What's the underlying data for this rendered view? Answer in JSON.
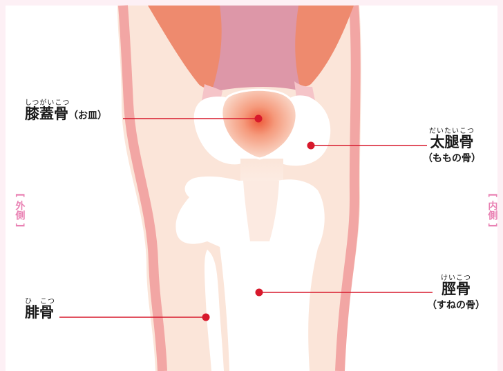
{
  "labels": {
    "patella": {
      "ruby": "しつがいこつ",
      "name": "膝蓋骨",
      "note": "（お皿）"
    },
    "femur": {
      "ruby": "だいたいこつ",
      "name": "太腿骨",
      "note": "（ももの骨）"
    },
    "tibia": {
      "ruby": "けいこつ",
      "name": "脛骨",
      "note": "（すねの骨）"
    },
    "fibula": {
      "ruby": "ひ　こつ",
      "name": "腓骨"
    }
  },
  "sides": {
    "outer": {
      "bracket_top": "[",
      "text": "外側",
      "bracket_bottom": "]"
    },
    "inner": {
      "bracket_top": "[",
      "text": "内側",
      "bracket_bottom": "]"
    }
  },
  "colors": {
    "background": "#fdf0f5",
    "skin": "#fbe5d9",
    "skin_edge": "#f2a6a4",
    "muscle": "#ee8a6e",
    "tendon": "#dd97a8",
    "bone": "#ffffff",
    "pointer": "#d7192c",
    "side_label": "#e981b3"
  }
}
